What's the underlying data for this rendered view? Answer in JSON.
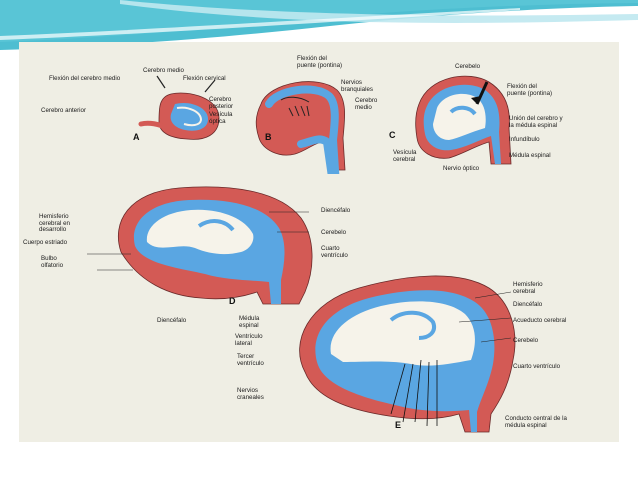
{
  "colors": {
    "header_teal": "#2fb3c9",
    "header_light": "#bfe8f0",
    "background": "#ffffff",
    "figure_bg": "#efeee4",
    "tissue_red": "#d35a55",
    "ventricle_blue": "#5aa6e2",
    "white_matter": "#f6f3ea"
  },
  "diagram": {
    "panels": [
      {
        "letter": "A"
      },
      {
        "letter": "B"
      },
      {
        "letter": "C"
      },
      {
        "letter": "D"
      },
      {
        "letter": "E"
      }
    ],
    "labels": {
      "a_cerebro_medio": "Cerebro medio",
      "a_flexion_cerebro_medio": "Flexión del cerebro medio",
      "a_flexion_cervical": "Flexión cervical",
      "a_cerebro_anterior": "Cerebro anterior",
      "a_cerebro_posterior": "Cerebro\nposterior",
      "a_vesicula_optica": "Vesícula\nóptica",
      "b_flexion_puente": "Flexión del\npuente (pontina)",
      "b_nervios_branquiales": "Nervios\nbranquiales",
      "b_cerebro_medio": "Cerebro\nmedio",
      "c_cerebelo": "Cerebelo",
      "c_flexion_puente": "Flexión del\npuente (pontina)",
      "c_union": "Unión del cerebro y\nla médula espinal",
      "c_infundibulo": "Infundíbulo",
      "c_medula_espinal": "Médula espinal",
      "c_vesicula_cerebral": "Vesícula\ncerebral",
      "c_nervio_optico": "Nervio óptico",
      "d_hemisferio": "Hemisferio\ncerebral en\ndesarrollo",
      "d_cuerpo_estriado": "Cuerpo estriado",
      "d_bulbo_olfatorio": "Bulbo\nolfatorio",
      "d_diencefalo_top": "Diencéfalo",
      "d_cerebelo": "Cerebelo",
      "d_cuarto_ventriculo": "Cuarto\nventrículo",
      "d_diencefalo_bottom": "Diencéfalo",
      "d_medula_espinal": "Médula\nespinal",
      "e_hemisferio": "Hemisferio\ncerebral",
      "e_diencefalo": "Diencéfalo",
      "e_acueducto": "Acueducto cerebral",
      "e_cerebelo": "Cerebelo",
      "e_cuarto_ventriculo": "Cuarto ventrículo",
      "e_ventriculo_lateral": "Ventrículo\nlateral",
      "e_tercer_ventriculo": "Tercer\nventrículo",
      "e_nervios_craneales": "Nervios\ncraneales",
      "e_conducto_central": "Conducto central de la\nmédula espinal"
    }
  }
}
